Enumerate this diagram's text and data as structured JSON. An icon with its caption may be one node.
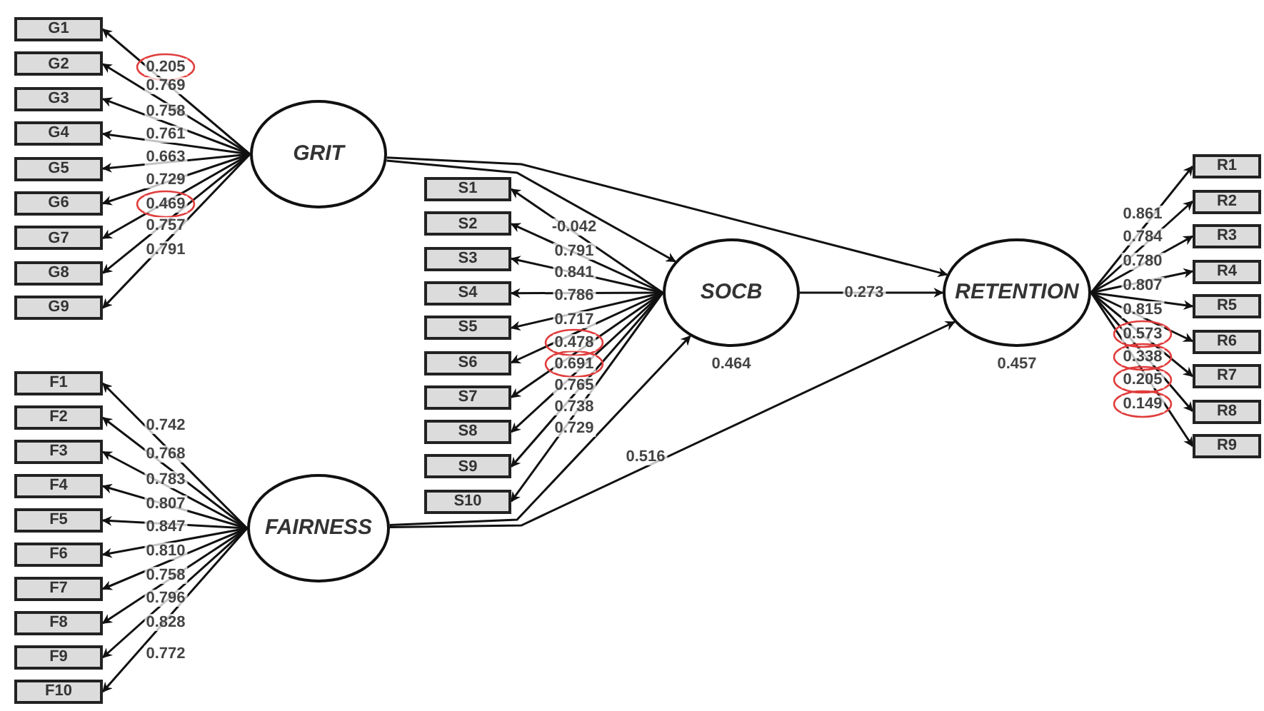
{
  "diagram": {
    "nodes": [
      {
        "text": [
          "GRIT"
        ]
      },
      {
        "text": [
          "G1"
        ]
      },
      {
        "text": [
          "G2"
        ]
      },
      {
        "text": [
          "G3"
        ]
      },
      {
        "text": [
          "G4"
        ]
      },
      {
        "text": [
          "G5"
        ]
      },
      {
        "text": [
          "G6"
        ]
      },
      {
        "text": [
          "G7"
        ]
      },
      {
        "text": [
          "G8"
        ]
      },
      {
        "text": [
          "G9"
        ]
      },
      {
        "text": [
          "FAIRNESS"
        ]
      },
      {
        "text": [
          "F1"
        ]
      },
      {
        "text": [
          "F2"
        ]
      },
      {
        "text": [
          "F3"
        ]
      },
      {
        "text": [
          "F4"
        ]
      },
      {
        "text": [
          "F5"
        ]
      },
      {
        "text": [
          "F6"
        ]
      },
      {
        "text": [
          "F7"
        ]
      },
      {
        "text": [
          "F8"
        ]
      },
      {
        "text": [
          "F9"
        ]
      },
      {
        "text": [
          "F10"
        ]
      },
      {
        "text": [
          "SOCB"
        ],
        "beside": [
          "0.464"
        ]
      },
      {
        "text": [
          "S1"
        ]
      },
      {
        "text": [
          "S2"
        ]
      },
      {
        "text": [
          "S3"
        ]
      },
      {
        "text": [
          "S4"
        ]
      },
      {
        "text": [
          "S5"
        ]
      },
      {
        "text": [
          "S6"
        ]
      },
      {
        "text": [
          "S7"
        ]
      },
      {
        "text": [
          "S8"
        ]
      },
      {
        "text": [
          "S9"
        ]
      },
      {
        "text": [
          "S10"
        ]
      },
      {
        "text": [
          "RETENTION"
        ],
        "beside": [
          "0.457"
        ]
      },
      {
        "text": [
          "R1"
        ]
      },
      {
        "text": [
          "R2"
        ]
      },
      {
        "text": [
          "R3"
        ]
      },
      {
        "text": [
          "R4"
        ]
      },
      {
        "text": [
          "R5"
        ]
      },
      {
        "text": [
          "R6"
        ]
      },
      {
        "text": [
          "R7"
        ]
      },
      {
        "text": [
          "R8"
        ]
      },
      {
        "text": [
          "R9"
        ]
      }
    ],
    "edges": [
      {
        "from": 0,
        "to": 1,
        "arrow": "to",
        "label": "0.205"
      },
      {
        "from": 0,
        "to": 2,
        "arrow": "to",
        "label": "0.769"
      },
      {
        "from": 0,
        "to": 3,
        "arrow": "to",
        "label": "0.758"
      },
      {
        "from": 0,
        "to": 4,
        "arrow": "to",
        "label": "0.761"
      },
      {
        "from": 0,
        "to": 5,
        "arrow": "to",
        "label": "0.663"
      },
      {
        "from": 0,
        "to": 6,
        "arrow": "to",
        "label": "0.729"
      },
      {
        "from": 0,
        "to": 7,
        "arrow": "to",
        "label": "0.469"
      },
      {
        "from": 0,
        "to": 8,
        "arrow": "to",
        "label": "0.757"
      },
      {
        "from": 0,
        "to": 9,
        "arrow": "to",
        "label": "0.791"
      },
      {
        "from": 10,
        "to": 11,
        "arrow": "to",
        "label": "0.742"
      },
      {
        "from": 10,
        "to": 12,
        "arrow": "to",
        "label": "0.768"
      },
      {
        "from": 10,
        "to": 13,
        "arrow": "to",
        "label": "0.783"
      },
      {
        "from": 10,
        "to": 14,
        "arrow": "to",
        "label": "0.807"
      },
      {
        "from": 10,
        "to": 15,
        "arrow": "to",
        "label": "0.847"
      },
      {
        "from": 10,
        "to": 16,
        "arrow": "to",
        "label": "0.810"
      },
      {
        "from": 10,
        "to": 17,
        "arrow": "to",
        "label": "0.758"
      },
      {
        "from": 10,
        "to": 18,
        "arrow": "to",
        "label": "0.796"
      },
      {
        "from": 10,
        "to": 19,
        "arrow": "to",
        "label": "0.828"
      },
      {
        "from": 10,
        "to": 20,
        "arrow": "to",
        "label": "0.772"
      },
      {
        "from": 21,
        "to": 22,
        "arrow": "to",
        "label": "-0.042"
      },
      {
        "from": 21,
        "to": 23,
        "arrow": "to",
        "label": "0.791"
      },
      {
        "from": 21,
        "to": 24,
        "arrow": "to",
        "label": "0.841"
      },
      {
        "from": 21,
        "to": 25,
        "arrow": "to",
        "label": "0.786"
      },
      {
        "from": 21,
        "to": 26,
        "arrow": "to",
        "label": "0.717"
      },
      {
        "from": 21,
        "to": 27,
        "arrow": "to",
        "label": "0.478"
      },
      {
        "from": 21,
        "to": 28,
        "arrow": "to",
        "label": "0.691"
      },
      {
        "from": 21,
        "to": 29,
        "arrow": "to",
        "label": "0.765"
      },
      {
        "from": 21,
        "to": 30,
        "arrow": "to",
        "label": "0.738"
      },
      {
        "from": 21,
        "to": 31,
        "arrow": "to",
        "label": "0.729"
      },
      {
        "from": 0,
        "to": 21,
        "arrow": "to"
      },
      {
        "from": 10,
        "to": 21,
        "arrow": "to"
      },
      {
        "from": 21,
        "to": 32,
        "arrow": "to",
        "label": "0.273"
      },
      {
        "from": 0,
        "to": 32,
        "arrow": "to"
      },
      {
        "from": 10,
        "to": 32,
        "arrow": "to",
        "label": "0.516"
      },
      {
        "from": 32,
        "to": 33,
        "arrow": "to",
        "label": "0.861"
      },
      {
        "from": 32,
        "to": 34,
        "arrow": "to",
        "label": "0.784"
      },
      {
        "from": 32,
        "to": 35,
        "arrow": "to",
        "label": "0.780"
      },
      {
        "from": 32,
        "to": 36,
        "arrow": "to",
        "label": "0.807"
      },
      {
        "from": 32,
        "to": 37,
        "arrow": "to",
        "label": "0.815"
      },
      {
        "from": 32,
        "to": 38,
        "arrow": "to",
        "label": "0.573"
      },
      {
        "from": 32,
        "to": 39,
        "arrow": "to",
        "label": "0.338"
      },
      {
        "from": 32,
        "to": 40,
        "arrow": "to",
        "label": "0.205"
      },
      {
        "from": 32,
        "to": 41,
        "arrow": "to",
        "label": "0.149"
      }
    ]
  }
}
